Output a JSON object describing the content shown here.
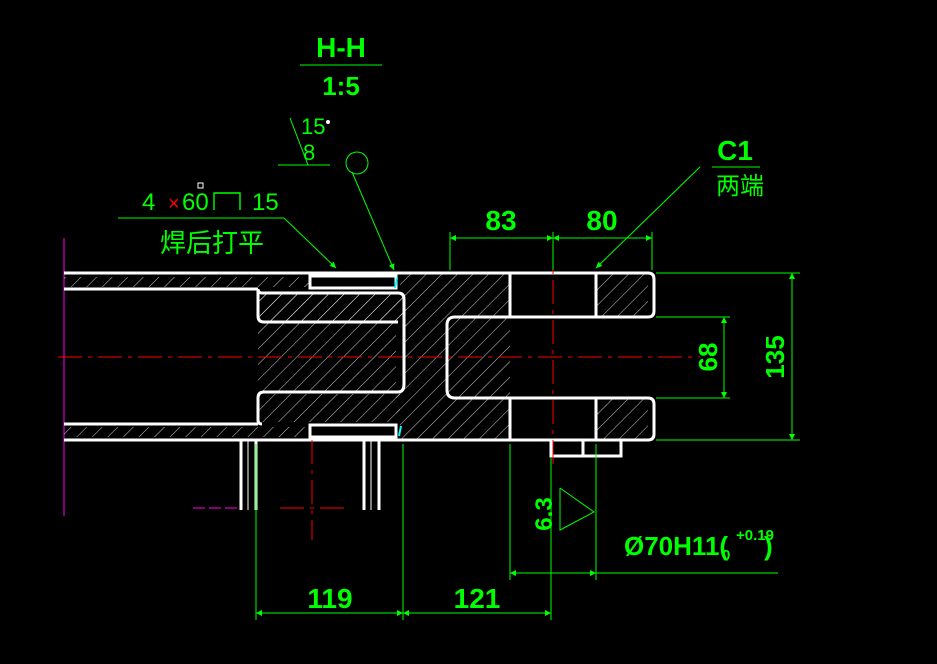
{
  "view": {
    "title": "H-H",
    "scale": "1:5"
  },
  "weld": {
    "angle": "15",
    "gap": "8",
    "spec_count": "4",
    "spec_size": "60",
    "spec_length": "15",
    "note": "焊后打平"
  },
  "chamfer": {
    "size": "C1",
    "note": "两端"
  },
  "dimensions": {
    "d83": "83",
    "d80": "80",
    "d68": "68",
    "d135": "135",
    "d119": "119",
    "d121": "121",
    "roughness": "6.3",
    "bore": "Ø70H11(",
    "tol_upper": "+0.19",
    "tol_lower": "0",
    "bore_close": ")"
  },
  "colors": {
    "background": "#000000",
    "outline": "#ffffff",
    "dimension": "#00ff00",
    "centerline": "#ff0000",
    "auxiliary": "#ff00ff"
  }
}
